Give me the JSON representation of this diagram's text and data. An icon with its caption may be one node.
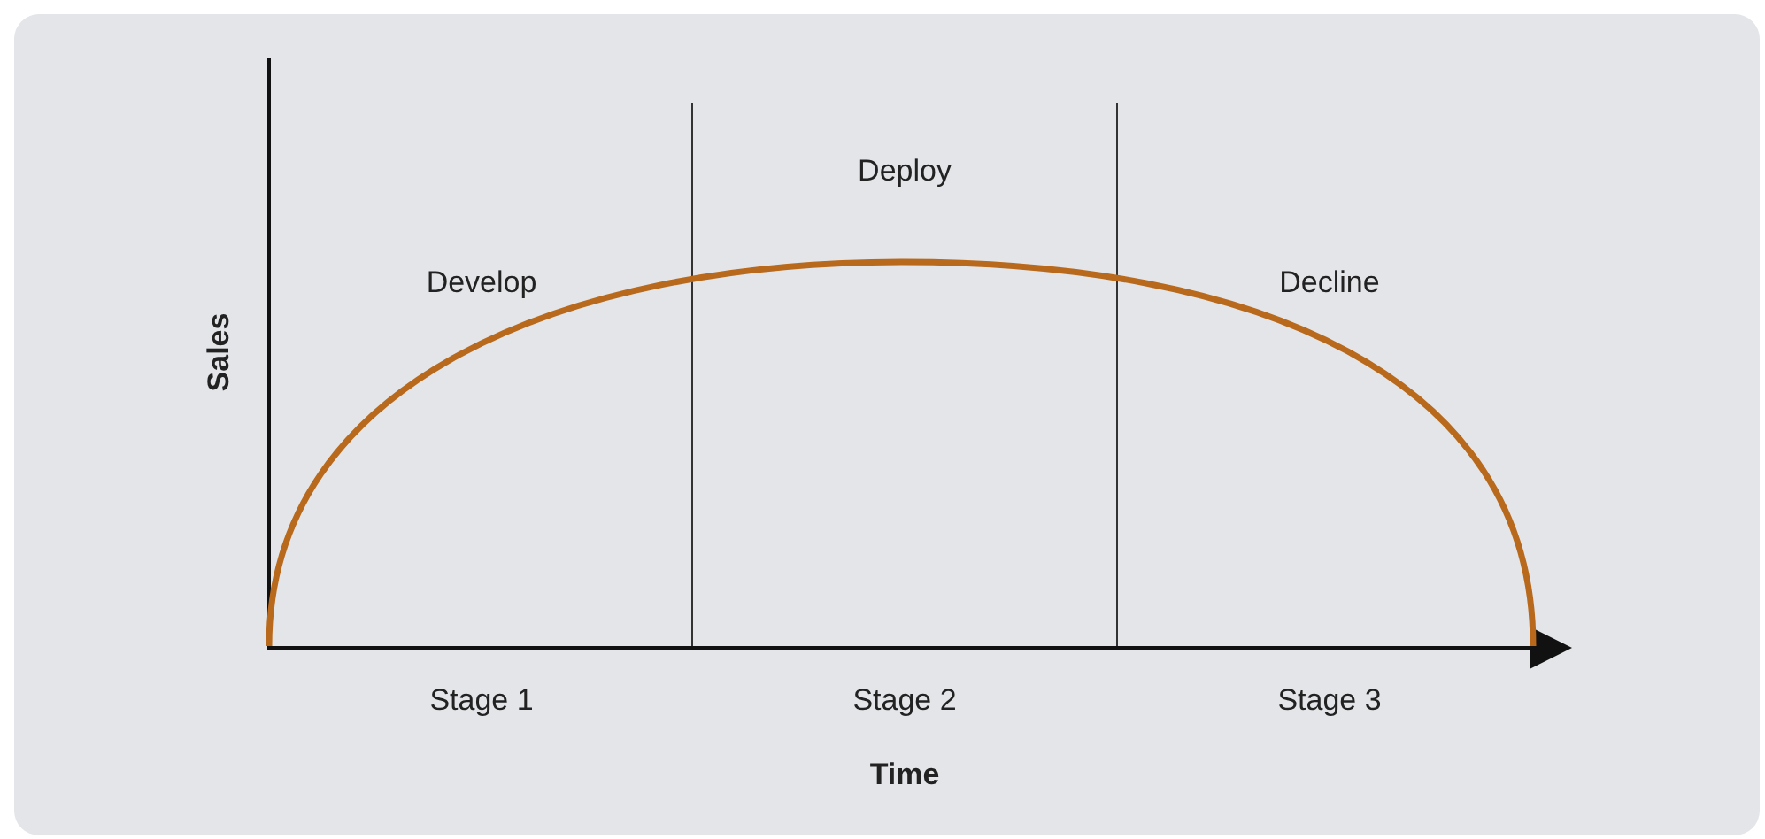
{
  "diagram": {
    "labels": [
      "Deploy",
      "Develop",
      "Decline",
      "Sales",
      "Stage 1",
      "Stage 2",
      "Stage 3",
      "Time"
    ]
  }
}
